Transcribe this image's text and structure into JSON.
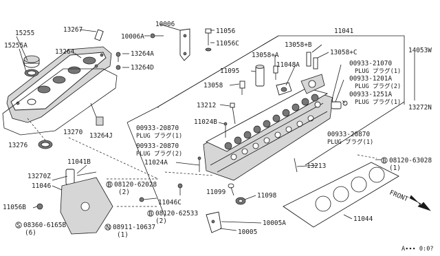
{
  "labels": {
    "p15255": "15255",
    "p15255a": "15255A",
    "p13267": "13267",
    "p13264": "13264",
    "p13264a": "13264A",
    "p13264d": "13264D",
    "p10006": "10006",
    "p10006a": "10006A",
    "p11056": "11056",
    "p11056c": "11056C",
    "p11041": "11041",
    "p14053w": "14053W",
    "p13058b": "13058+B",
    "p13058c": "13058+C",
    "p13058a": "13058+A",
    "p11048a": "11048A",
    "p11095": "11095",
    "p13058": "13058",
    "p13212": "13212",
    "p11024b": "11024B",
    "p00933_21070": "00933-21070",
    "plug1_a": "PLUG プラグ(1)",
    "p00933_1201a": "00933-1201A",
    "plug2_a": "PLUG プラグ(2)",
    "p00933_1251a": "00933-1251A",
    "plug1_b": "PLUG プラグ(1)",
    "p13272n": "13272N",
    "p13270": "13270",
    "p13264j": "13264J",
    "p13276": "13276",
    "p00933_20870a": "00933-20870",
    "plug1_c": "PLUG プラグ(1)",
    "p00933_20870b": "00933-20870",
    "plug2_b": "PLUG プラグ(2)",
    "p00933_20870c": "00933-20870",
    "plug1_d": "PLUG プラグ(1)",
    "p11024a": "11024A",
    "p11041b": "11041B",
    "p13270z": "13270Z",
    "p11046": "11046",
    "p13213": "13213",
    "p08120_63028": "08120-63028",
    "qty_63028": "(1)",
    "p08120_62028": "08120-62028",
    "qty_62028": "(2)",
    "p11099": "11099",
    "p11098": "11098",
    "p11046c": "11046C",
    "p08120_62533": "08120-62533",
    "qty_62533": "(2)",
    "p11056b": "11056B",
    "p08360_6165b": "08360-6165B",
    "qty_6165b": "(6)",
    "p08911_10637": "08911-10637",
    "qty_10637": "(1)",
    "p10005a": "10005A",
    "p10005": "10005",
    "p11044": "11044",
    "front": "FRONT",
    "code": "A∙∙∙ 0:0?"
  },
  "callout_letters": {
    "b": "B",
    "s": "S",
    "n": "N"
  },
  "icons": [
    "front-arrow-icon"
  ]
}
